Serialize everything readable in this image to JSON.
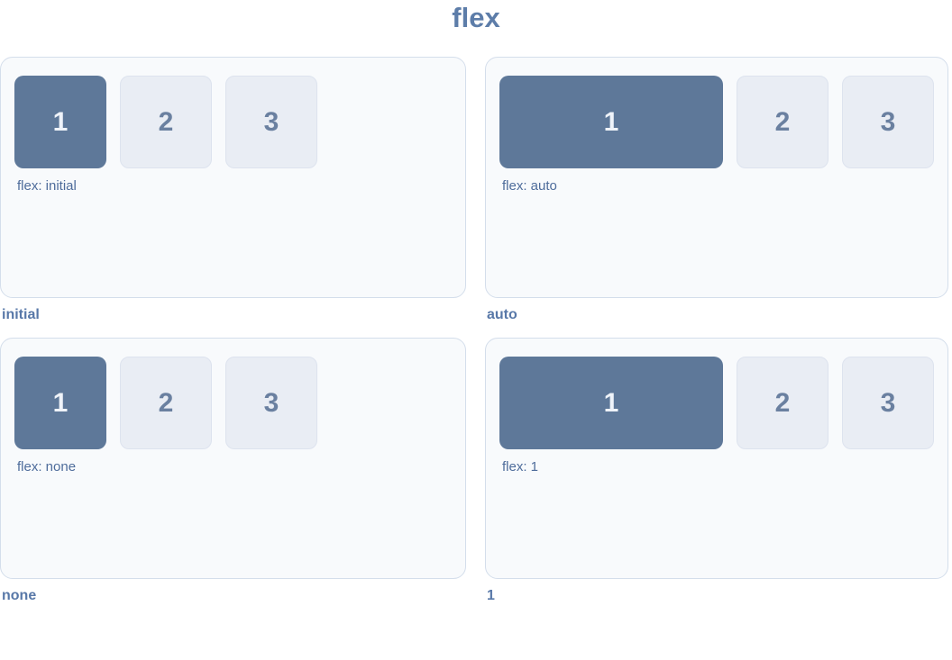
{
  "page": {
    "title": "flex"
  },
  "panels": [
    {
      "caption": "initial",
      "property_label": "flex: initial",
      "boxes": [
        "1",
        "2",
        "3"
      ]
    },
    {
      "caption": "auto",
      "property_label": "flex: auto",
      "boxes": [
        "1",
        "2",
        "3"
      ]
    },
    {
      "caption": "none",
      "property_label": "flex: none",
      "boxes": [
        "1",
        "2",
        "3"
      ]
    },
    {
      "caption": "1",
      "property_label": "flex: 1",
      "boxes": [
        "1",
        "2",
        "3"
      ]
    }
  ],
  "colors": {
    "title-text": "#5d7da9",
    "panel-bg": "#f8fafc",
    "panel-border": "#d4deeb",
    "accent": "#5e7899",
    "box1-text": "#eff3f9",
    "box-bg": "#e9edf4",
    "box-border": "#dde3ee",
    "box-text": "#6a80a0",
    "inner-label-text": "#4e6c9b",
    "caption-text": "#5878a8"
  }
}
